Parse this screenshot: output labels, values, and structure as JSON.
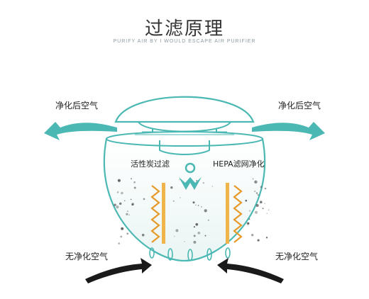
{
  "title": "过滤原理",
  "subtitle": "PURIFY AIR BY I WOULD ESCAPE AIR PURIFIER",
  "labels": {
    "clean_air_left": "净化后空气",
    "clean_air_right": "净化后空气",
    "carbon_filter": "活性炭过滤",
    "hepa_filter": "HEPA滤网净化",
    "dirty_air_left": "无净化空气",
    "dirty_air_right": "无净化空气"
  },
  "colors": {
    "teal": "#4bb8b3",
    "filter_orange": "#e69a2a",
    "filter_bar": "#f0b54a",
    "dark_arrow": "#1a1a1a",
    "particles": "#555555"
  }
}
